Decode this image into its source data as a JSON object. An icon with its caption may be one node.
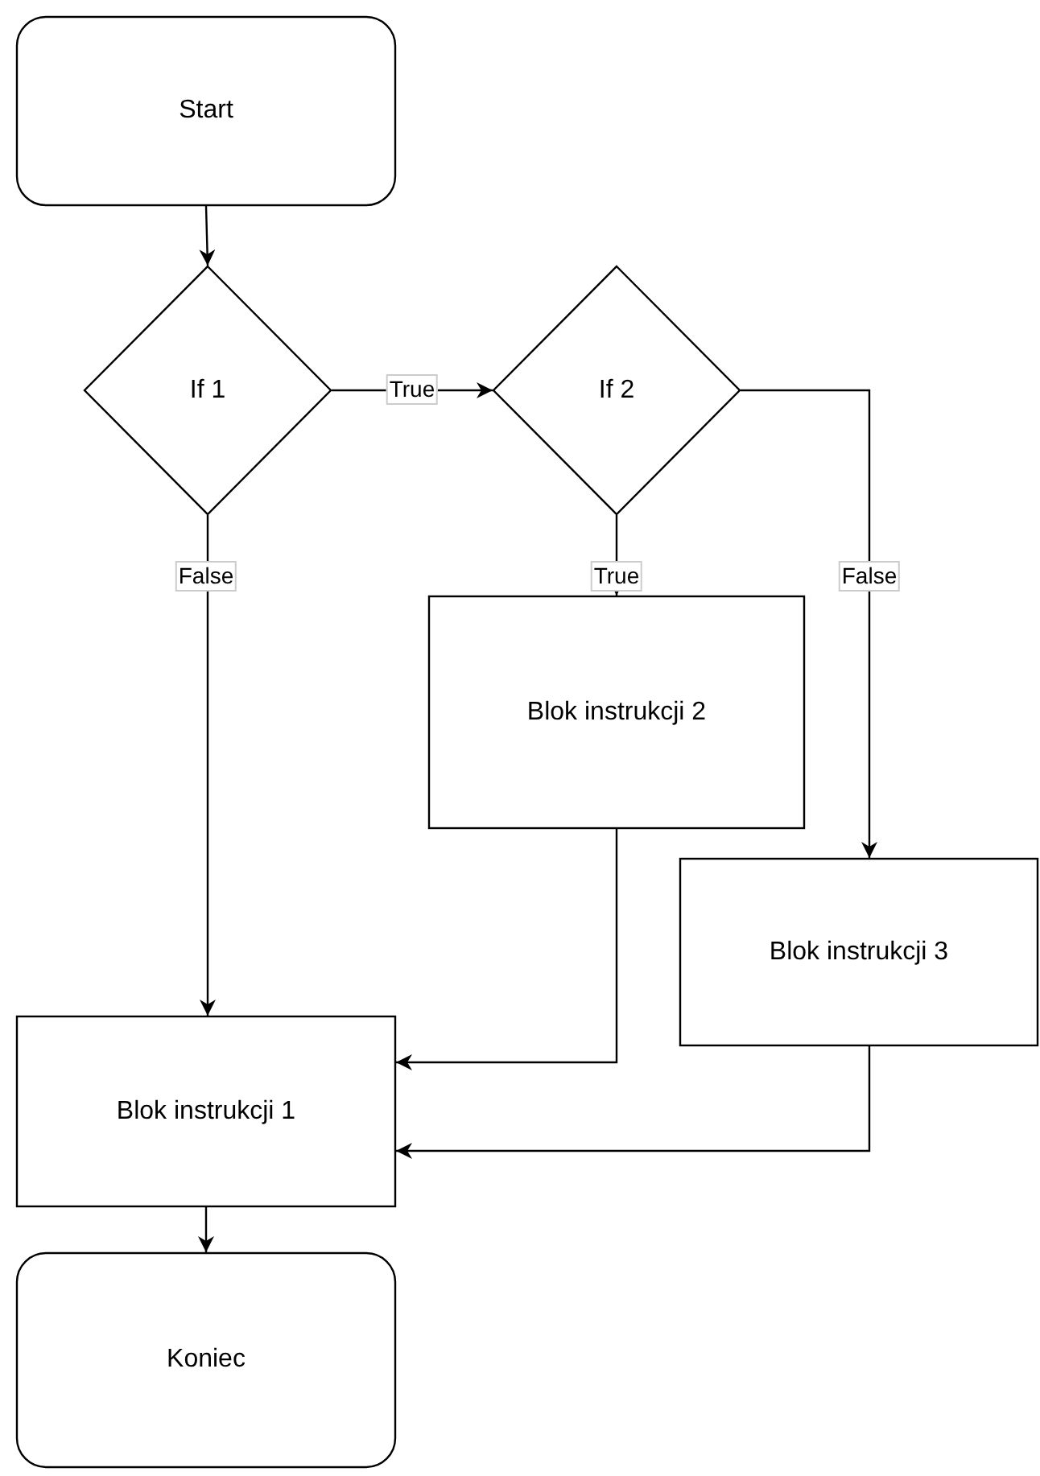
{
  "diagram": {
    "nodes": [
      {
        "text": [
          "Start"
        ]
      },
      {
        "text": [
          "If 1"
        ]
      },
      {
        "text": [
          "If 2"
        ]
      },
      {
        "text": [
          "Blok instrukcji 2"
        ]
      },
      {
        "text": [
          "Blok instrukcji 3"
        ]
      },
      {
        "text": [
          "Blok instrukcji 1"
        ]
      },
      {
        "text": [
          "Koniec"
        ]
      }
    ],
    "edges": [
      {
        "from": 0,
        "to": 1,
        "arrow": "to"
      },
      {
        "from": 1,
        "to": 2,
        "arrow": "to",
        "label": "True"
      },
      {
        "from": 1,
        "to": 5,
        "arrow": "to",
        "label": "False"
      },
      {
        "from": 2,
        "to": 3,
        "arrow": "to",
        "label": "True"
      },
      {
        "from": 2,
        "to": 4,
        "arrow": "to",
        "label": "False"
      },
      {
        "from": 3,
        "to": 5,
        "arrow": "to"
      },
      {
        "from": 4,
        "to": 5,
        "arrow": "to"
      },
      {
        "from": 5,
        "to": 6,
        "arrow": "to"
      }
    ]
  }
}
